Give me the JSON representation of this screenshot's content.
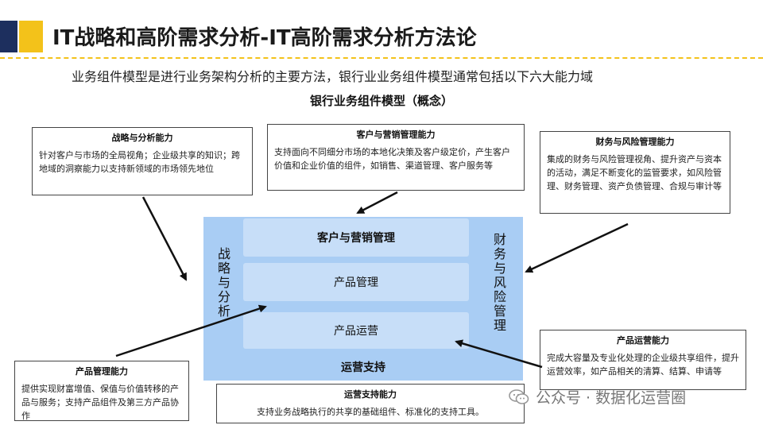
{
  "header": {
    "title": "IT战略和高阶需求分析-IT高阶需求分析方法论",
    "subtitle": "业务组件模型是进行业务架构分析的主要方法，银行业业务组件模型通常包括以下六大能力域",
    "diagram_title": "银行业务组件模型（概念）"
  },
  "callouts": {
    "strategy": {
      "title": "战略与分析能力",
      "body": "针对客户与市场的全局视角；企业级共享的知识；跨地域的洞察能力以支持新领域的市场领先地位"
    },
    "customer": {
      "title": "客户与营销管理能力",
      "body": "支持面向不同细分市场的本地化决策及客户级定价，产生客户价值和企业价值的组件，如销售、渠道管理、客户服务等"
    },
    "finance": {
      "title": "财务与风险管理能力",
      "body": "集成的财务与风险管理视角、提升资产与资本的活动，满足不断变化的监管要求，如风险管理、财务管理、资产负债管理、合规与审计等"
    },
    "product_mgmt": {
      "title": "产品管理能力",
      "body": "提供实现财富增值、保值与价值转移的产品与服务；支持产品组件及第三方产品协作"
    },
    "product_ops": {
      "title": "产品运营能力",
      "body": "完成大容量及专业化处理的企业级共享组件，提升运营效率，如产品相关的清算、结算、申请等"
    },
    "ops_support": {
      "title": "运营支持能力",
      "body": "支持业务战略执行的共享的基础组件、标准化的支持工具。"
    }
  },
  "model": {
    "left": "战略与分析",
    "right": "财务与风险管理",
    "customer": "客户与营销管理",
    "product_mgmt": "产品管理",
    "product_ops": "产品运营",
    "ops_support": "运营支持"
  },
  "watermark": "公众号 · 数据化运营圈",
  "colors": {
    "navy": "#1d2f5e",
    "gold": "#f3c21a",
    "model_dark": "#a9cdf4",
    "model_light": "#c7def8"
  }
}
